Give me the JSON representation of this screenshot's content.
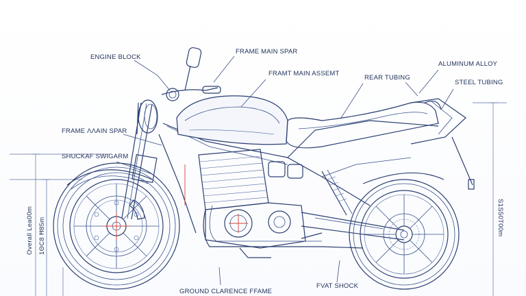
{
  "labels": {
    "engine_block": "ENGINE BLOCK",
    "frame_main_spar_top": "FRAME MAIN SPAR",
    "framt_main_assemt": "FRAMT MAIN ASSEMT",
    "rear_tubing": "REAR TUBING",
    "aluminum_alloy": "ALUMINUM ALLOY",
    "steel_tubing": "STEEL TUBING",
    "frame_main_spar_left": "FRAME ΛΛAIN SPAR",
    "swingarm": "SHUCKAF SWIGARM",
    "ground_clearance": "GROUND CLARENCE FFAME",
    "rear_shock": "FVAT SHOCK",
    "overall_length": "Overall Lea00m",
    "dim_left": "1ΘC8 Ħ85m",
    "dim_right": "S1S50T00m"
  },
  "colors": {
    "line": "#2b3f72",
    "accent": "#d8403a",
    "text": "#1f2f5a"
  }
}
